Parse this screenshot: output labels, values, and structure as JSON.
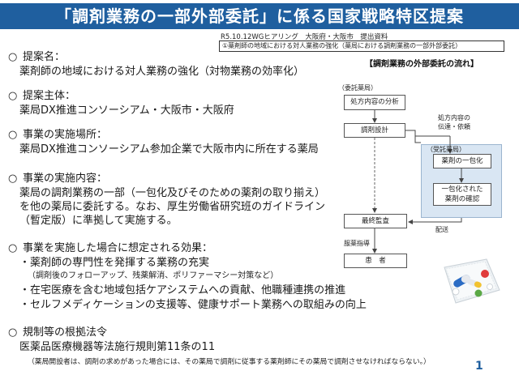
{
  "title": "「調剤業務の一部外部委託」に係る国家戦略特区提案",
  "meta": {
    "line1": "R5.10.12WGヒアリング　大阪府・大阪市　提出資料",
    "line2": "①薬剤師の地域における対人業務の強化（薬局における調剤業務の一部外部委託）"
  },
  "sections": [
    {
      "mark": "○",
      "heading": "提案名：",
      "lines": [
        "薬剤師の地域における対人業務の強化（対物業務の効率化）"
      ]
    },
    {
      "mark": "○",
      "heading": "提案主体：",
      "lines": [
        "薬局DX推進コンソーシアム・大阪市・大阪府"
      ]
    },
    {
      "mark": "○",
      "heading": "事業の実施場所：",
      "lines": [
        "薬局DX推進コンソーシアム参加企業で大阪市内に所在する薬局"
      ]
    },
    {
      "mark": "○",
      "heading": "事業の実施内容：",
      "lines": [
        "薬局の調剤業務の一部（一包化及びそのための薬剤の取り揃え）",
        "を他の薬局に委託する。なお、厚生労働省研究班のガイドライン",
        "（暫定版）に準拠して実施する。"
      ]
    },
    {
      "mark": "○",
      "heading": "事業を実施した場合に想定される効果：",
      "lines": []
    },
    {
      "mark": "○",
      "heading": "規制等の根拠法令",
      "lines": [
        "医薬品医療機器等法施行規則第11条の11"
      ]
    }
  ],
  "effects": {
    "item1": "・薬剤師の専門性を発揮する業務の充実",
    "item1_note": "（調剤後のフォローアップ、残薬解消、ポリファーマシー対策など）",
    "item2": "・在宅医療を含む地域包括ケアシステムへの貢献、他職種連携の推進",
    "item3": "・セルフメディケーションの支援等、健康サポート業務への取組みの向上"
  },
  "law_note": "（薬局開設者は、調剤の求めがあった場合には、その薬局で調剤に従事する薬剤師にその薬局で調剤させなければならない。）",
  "flow": {
    "title": "【調剤業務の外部委託の流れ】",
    "entrusting_label": "（委託薬局）",
    "receiving_label": "（受託薬局）",
    "box_analysis": "処方内容の分析",
    "box_design": "調剤設計",
    "transmit_label_1": "処方内容の",
    "transmit_label_2": "伝達・依頼",
    "box_packaging": "薬剤の一包化",
    "box_check_1": "一包化された",
    "box_check_2": "薬剤の確認",
    "delivery_label": "配送",
    "box_audit": "最終監査",
    "guidance_label": "服薬指導",
    "box_patient": "患　者"
  },
  "colors": {
    "title_bg": "#1f5f9f",
    "receiving_bg": "#d9e6f3",
    "page_number": "#1f5f9f"
  },
  "page_number": "1"
}
